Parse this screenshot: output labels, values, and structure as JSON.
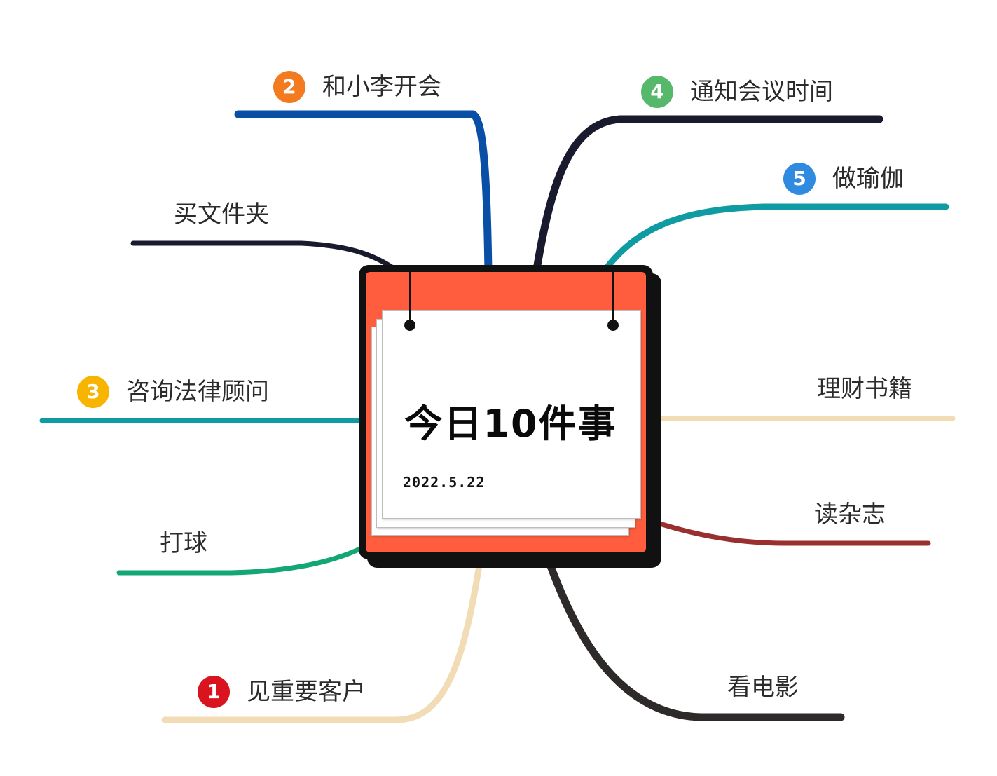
{
  "center": {
    "title": "今日10件事",
    "date": "2022.5.22",
    "frame_color": "#ff5d3d"
  },
  "branches": [
    {
      "id": "meet-client",
      "label": "见重要客户",
      "badge": "1",
      "badge_color": "#d9141f",
      "line_color": "#f1dcb6"
    },
    {
      "id": "meeting-xiaoli",
      "label": "和小李开会",
      "badge": "2",
      "badge_color": "#f47a20",
      "line_color": "#0a4fa6"
    },
    {
      "id": "legal-consult",
      "label": "咨询法律顾问",
      "badge": "3",
      "badge_color": "#f7b400",
      "line_color": "#0e9ba2"
    },
    {
      "id": "notify-meeting-time",
      "label": "通知会议时间",
      "badge": "4",
      "badge_color": "#56b86a",
      "line_color": "#1a1a2e"
    },
    {
      "id": "yoga",
      "label": "做瑜伽",
      "badge": "5",
      "badge_color": "#2f8be0",
      "line_color": "#0e9ba2"
    },
    {
      "id": "buy-folder",
      "label": "买文件夹",
      "badge": "",
      "badge_color": "",
      "line_color": "#1a1a2e"
    },
    {
      "id": "play-ball",
      "label": "打球",
      "badge": "",
      "badge_color": "",
      "line_color": "#12a775"
    },
    {
      "id": "finance-books",
      "label": "理财书籍",
      "badge": "",
      "badge_color": "",
      "line_color": "#f1dcb6"
    },
    {
      "id": "read-magazine",
      "label": "读杂志",
      "badge": "",
      "badge_color": "",
      "line_color": "#9a2f2f"
    },
    {
      "id": "watch-movie",
      "label": "看电影",
      "badge": "",
      "badge_color": "",
      "line_color": "#2e2a2a"
    }
  ]
}
